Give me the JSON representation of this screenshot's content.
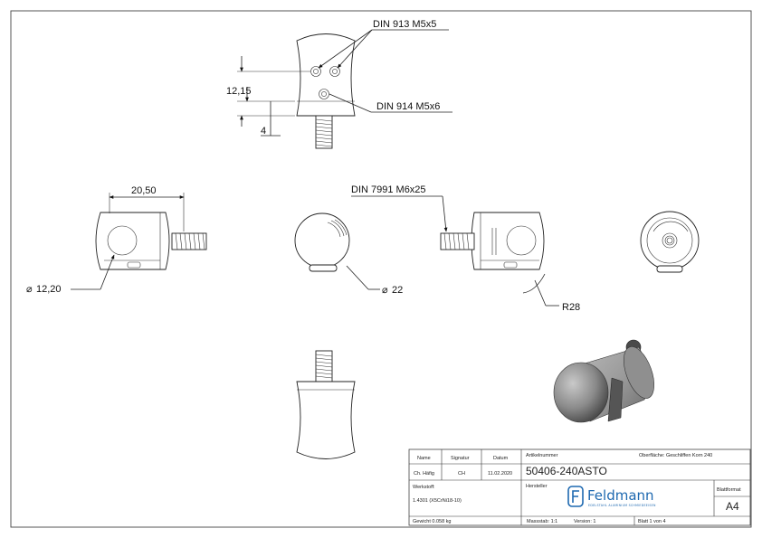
{
  "annotations": {
    "din913": "DIN 913 M5x5",
    "din914": "DIN 914 M5x6",
    "din7991": "DIN 7991 M6x25",
    "dim_12_15": "12,15",
    "dim_4": "4",
    "dim_20_50": "20,50",
    "dim_dia_12_20": "12,20",
    "dim_dia_22": "22",
    "dim_r28": "R28",
    "diameter_symbol": "⌀"
  },
  "title_block": {
    "headers": {
      "name": "Name",
      "signature": "Signatur",
      "date": "Datum"
    },
    "row": {
      "name": "Ch. Häfig",
      "signature": "CH",
      "date": "11.02.2020"
    },
    "article_label": "Artikelnummer",
    "article_number": "50406-240ASTO",
    "surface": "Oberfläche: Geschliffen Korn 240",
    "material_label": "Werkstoff:",
    "material_value": "1.4301 (X5CrNi18-10)",
    "manufacturer_label": "Hersteller",
    "brand_name": "Feldmann",
    "brand_sub": "EDELSTAHL ALUMINIUM SCHMIEDEEISEN",
    "sheet_format_label": "Blattformat",
    "sheet_format_value": "A4",
    "weight": "Gewicht 0.058 kg",
    "scale": "Massstab: 1:1",
    "version": "Version: 1",
    "sheet": "Blatt 1 von 4"
  }
}
